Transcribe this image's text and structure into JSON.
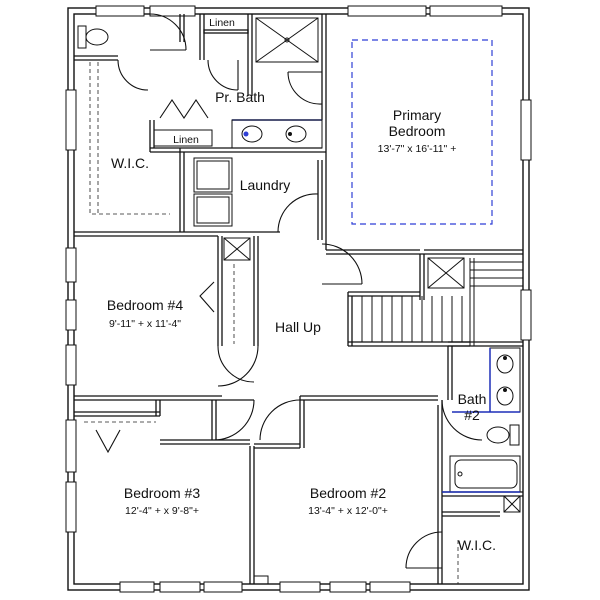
{
  "rooms": {
    "linen_top": {
      "name": "Linen"
    },
    "primary_bath": {
      "name": "Pr. Bath"
    },
    "linen_mid": {
      "name": "Linen"
    },
    "primary_bedroom": {
      "name_line1": "Primary",
      "name_line2": "Bedroom",
      "dims": "13'-7\" x 16'-11\" +"
    },
    "wic_primary": {
      "name": "W.I.C."
    },
    "laundry": {
      "name": "Laundry"
    },
    "bedroom4": {
      "name": "Bedroom #4",
      "dims": "9'-11\" + x 11'-4\""
    },
    "hall": {
      "name": "Hall Up"
    },
    "bath2": {
      "name_line1": "Bath",
      "name_line2": "#2"
    },
    "bedroom3": {
      "name": "Bedroom #3",
      "dims": "12'-4\" + x 9'-8\"+"
    },
    "bedroom2": {
      "name": "Bedroom #2",
      "dims": "13'-4\" + x 12'-0\"+"
    },
    "wic_bed2": {
      "name": "W.I.C."
    }
  },
  "colors": {
    "wall": "#111111",
    "ceiling_outline": "#2f3fd6",
    "vanity_accent": "#1d2fb8",
    "background": "#ffffff"
  },
  "icons": [
    "toilet-icon",
    "sink-icon",
    "bathtub-icon",
    "shower-icon",
    "washer-dryer-icon",
    "stairs-icon",
    "door-swing-icon"
  ]
}
